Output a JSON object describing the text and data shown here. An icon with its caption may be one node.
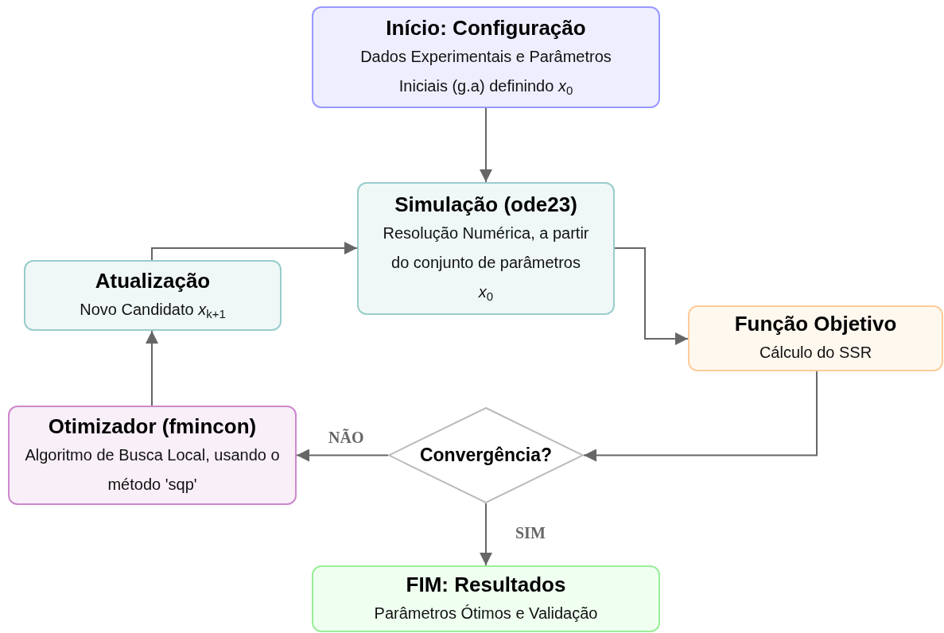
{
  "diagram": {
    "nodes": [
      {
        "text": [
          "Início: Configuração",
          "Dados Experimentais e Parâmetros Iniciais (g.a) definindo *x*$_{0}$"
        ]
      },
      {
        "text": [
          "Simulação (ode23)",
          "Resolução Numérica, a partir do conjunto de parâmetros *x*$_{0}$"
        ]
      },
      {
        "text": [
          "Atualização",
          "Novo Candidato *x*$_{k+1}$"
        ]
      },
      {
        "text": [
          "Função Objetivo",
          "Cálculo do SSR"
        ]
      },
      {
        "text": [
          "Convergência?"
        ]
      },
      {
        "text": [
          "Otimizador (fmincon)",
          "Algoritmo de Busca Local, usando o método 'sqp'"
        ]
      },
      {
        "text": [
          "FIM: Resultados",
          "Parâmetros Ótimos e Validação"
        ]
      }
    ],
    "edges": [
      {
        "from": 0,
        "to": 1,
        "arrow": "to"
      },
      {
        "from": 1,
        "to": 3,
        "arrow": "to"
      },
      {
        "from": 3,
        "to": 4,
        "arrow": "to"
      },
      {
        "from": 4,
        "to": 5,
        "arrow": "to",
        "label": "NÃO"
      },
      {
        "from": 5,
        "to": 2,
        "arrow": "to"
      },
      {
        "from": 2,
        "to": 1,
        "arrow": "to"
      },
      {
        "from": 4,
        "to": 6,
        "arrow": "to",
        "label": "SIM"
      }
    ]
  }
}
